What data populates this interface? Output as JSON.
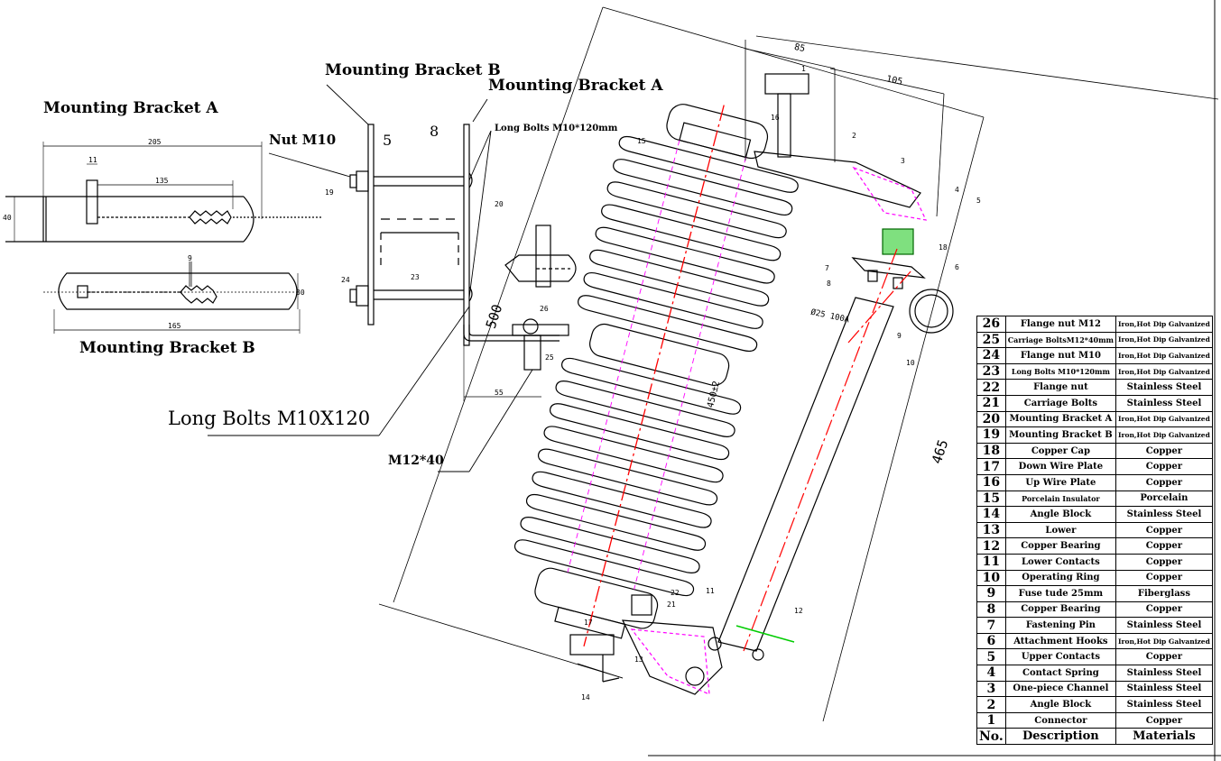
{
  "labels": {
    "bracket_a_left": "Mounting Bracket A",
    "bracket_b_left": "Mounting Bracket B",
    "bracket_b_top": "Mounting Bracket B",
    "bracket_a_top": "Mounting Bracket A",
    "nut_m10": "Nut M10",
    "long_bolts_small": "Long Bolts M10*120mm",
    "long_bolts_large": "Long Bolts M10X120",
    "m12x40": "M12*40"
  },
  "dimensions": {
    "d205": "205",
    "d135": "135",
    "d11": "11",
    "d40": "40",
    "d9": "9",
    "d30": "30",
    "d165": "165",
    "d5": "5",
    "d8": "8",
    "d85": "85",
    "d105": "105",
    "d500": "500",
    "d450": "450±2",
    "d465": "465",
    "d25": "Ø25 100A",
    "d55": "55"
  },
  "callouts": [
    "1",
    "2",
    "3",
    "4",
    "5",
    "6",
    "7",
    "8",
    "9",
    "10",
    "11",
    "12",
    "13",
    "14",
    "15",
    "16",
    "17",
    "18",
    "19",
    "20",
    "21",
    "22",
    "23",
    "24",
    "25",
    "26"
  ],
  "bom": {
    "header": {
      "no": "No.",
      "description": "Description",
      "materials": "Materials"
    },
    "rows": [
      {
        "no": "26",
        "description": "Flange nut M12",
        "materials": "Iron,Hot Dip Galvanized"
      },
      {
        "no": "25",
        "description": "Carriage BoltsM12*40mm",
        "materials": "Iron,Hot Dip Galvanized"
      },
      {
        "no": "24",
        "description": "Flange nut M10",
        "materials": "Iron,Hot Dip Galvanized"
      },
      {
        "no": "23",
        "description": "Long Bolts M10*120mm",
        "materials": "Iron,Hot Dip Galvanized"
      },
      {
        "no": "22",
        "description": "Flange nut",
        "materials": "Stainless Steel"
      },
      {
        "no": "21",
        "description": "Carriage Bolts",
        "materials": "Stainless Steel"
      },
      {
        "no": "20",
        "description": "Mounting Bracket A",
        "materials": "Iron,Hot Dip Galvanized"
      },
      {
        "no": "19",
        "description": "Mounting Bracket B",
        "materials": "Iron,Hot Dip Galvanized"
      },
      {
        "no": "18",
        "description": "Copper Cap",
        "materials": "Copper"
      },
      {
        "no": "17",
        "description": "Down Wire Plate",
        "materials": "Copper"
      },
      {
        "no": "16",
        "description": "Up Wire Plate",
        "materials": "Copper"
      },
      {
        "no": "15",
        "description": "Porcelain Insulator",
        "materials": "Porcelain"
      },
      {
        "no": "14",
        "description": "Angle Block",
        "materials": "Stainless Steel"
      },
      {
        "no": "13",
        "description": "Lower",
        "materials": "Copper"
      },
      {
        "no": "12",
        "description": "Copper Bearing",
        "materials": "Copper"
      },
      {
        "no": "11",
        "description": "Lower Contacts",
        "materials": "Copper"
      },
      {
        "no": "10",
        "description": "Operating Ring",
        "materials": "Copper"
      },
      {
        "no": "9",
        "description": "Fuse tude 25mm",
        "materials": "Fiberglass"
      },
      {
        "no": "8",
        "description": "Copper Bearing",
        "materials": "Copper"
      },
      {
        "no": "7",
        "description": "Fastening Pin",
        "materials": "Stainless Steel"
      },
      {
        "no": "6",
        "description": "Attachment Hooks",
        "materials": "Iron,Hot Dip Galvanized"
      },
      {
        "no": "5",
        "description": "Upper Contacts",
        "materials": "Copper"
      },
      {
        "no": "4",
        "description": "Contact Spring",
        "materials": "Stainless Steel"
      },
      {
        "no": "3",
        "description": "One-piece Channel",
        "materials": "Stainless Steel"
      },
      {
        "no": "2",
        "description": "Angle Block",
        "materials": "Stainless Steel"
      },
      {
        "no": "1",
        "description": "Connector",
        "materials": "Copper"
      }
    ]
  },
  "colors": {
    "line": "#000000",
    "centerline": "#ff0000",
    "hidden": "#ff00ff",
    "bearing": "#00cc00"
  }
}
